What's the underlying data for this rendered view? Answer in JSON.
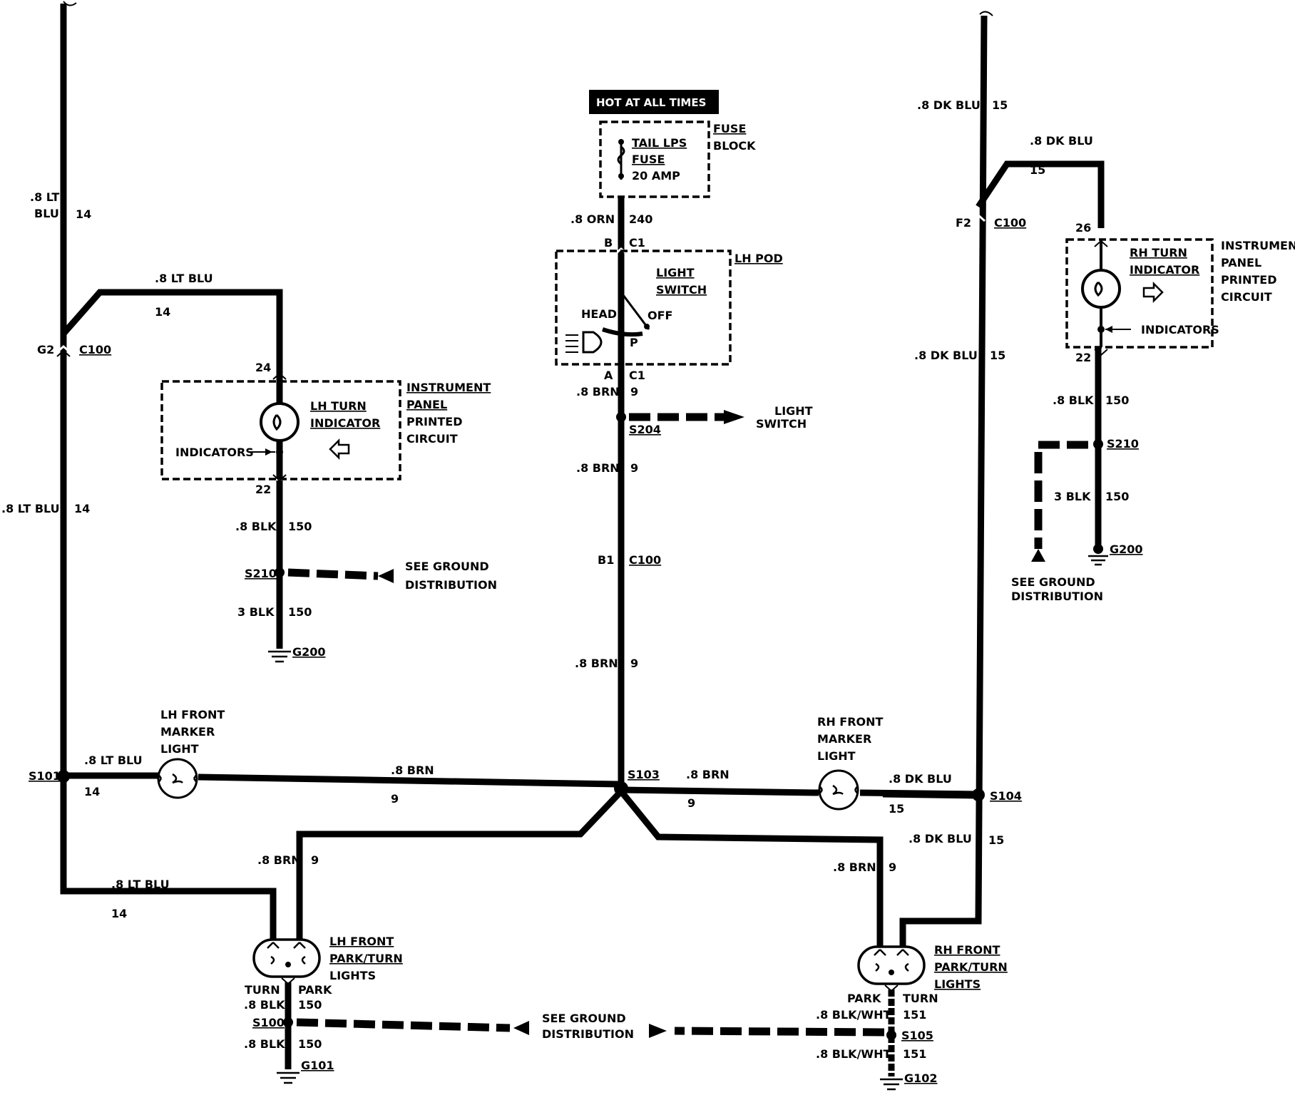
{
  "power": {
    "hot_label": "HOT AT ALL TIMES"
  },
  "fuse_block": {
    "title1": "FUSE",
    "title2": "BLOCK",
    "fuse1": "TAIL LPS",
    "fuse2": "FUSE",
    "rating": "20 AMP"
  },
  "wires": {
    "w_8orn": ".8 ORN",
    "c_240": "240",
    "w_8brn": ".8 BRN",
    "c_9": "9",
    "w_8ltblu": ".8 LT BLU",
    "w_8lt": ".8 LT",
    "w_blu": "BLU",
    "c_14": "14",
    "w_8dkblu": ".8 DK BLU",
    "c_15": "15",
    "w_8blk": ".8 BLK",
    "w_3blk": "3 BLK",
    "c_150": "150",
    "w_8blkwht": ".8 BLK/WHT",
    "c_151": "151"
  },
  "connectors": {
    "c100": "C100",
    "c1": "C1",
    "b": "B",
    "a": "A",
    "b1": "B1",
    "g2": "G2",
    "f2": "F2",
    "p24": "24",
    "p22": "22",
    "p26": "26"
  },
  "splices": {
    "s101": "S101",
    "s103": "S103",
    "s104": "S104",
    "s204": "S204",
    "s210": "S210",
    "s100": "S100",
    "s105": "S105"
  },
  "grounds": {
    "g200": "G200",
    "g101": "G101",
    "g102": "G102"
  },
  "light_switch": {
    "pod": "LH POD",
    "name1": "LIGHT",
    "name2": "SWITCH",
    "head": "HEAD",
    "off": "OFF",
    "park": "P"
  },
  "light_switch_ref": {
    "line1": "LIGHT",
    "line2": "SWITCH"
  },
  "lh_turn_ind": {
    "name1": "LH TURN",
    "name2": "INDICATOR",
    "indicators": "INDICATORS"
  },
  "rh_turn_ind": {
    "name1": "RH TURN",
    "name2": "INDICATOR",
    "indicators": "INDICATORS"
  },
  "ipc": {
    "l1": "INSTRUMENT",
    "l2": "PANEL",
    "l3": "PRINTED",
    "l4": "CIRCUIT"
  },
  "see_ground": {
    "l1": "SEE GROUND",
    "l2": "DISTRIBUTION"
  },
  "lh_marker": {
    "l1": "LH FRONT",
    "l2": "MARKER",
    "l3": "LIGHT"
  },
  "rh_marker": {
    "l1": "RH FRONT",
    "l2": "MARKER",
    "l3": "LIGHT"
  },
  "lh_park": {
    "l1": "LH FRONT",
    "l2": "PARK/TURN",
    "l3": "LIGHTS",
    "turn": "TURN",
    "park": "PARK"
  },
  "rh_park": {
    "l1": "RH FRONT",
    "l2": "PARK/TURN",
    "l3": "LIGHTS",
    "turn": "TURN",
    "park": "PARK"
  }
}
